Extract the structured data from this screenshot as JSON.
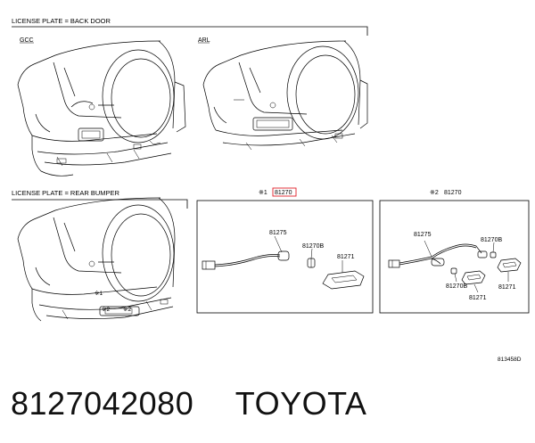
{
  "diagram": {
    "section_top_title": "LICENSE PLATE = BACK DOOR",
    "variant_gcc": "GCC",
    "variant_arl": "ARL",
    "section_bottom_title": "LICENSE PLATE = REAR BUMPER",
    "box1_header_mark": "※1",
    "box1_header_part": "81270",
    "box2_header_mark": "※2",
    "box2_header_part": "81270",
    "box1_parts": {
      "wire": "81275",
      "bulb": "81270B",
      "lamp": "81271"
    },
    "box2_parts": {
      "wire": "81275",
      "bulb_upper": "81270B",
      "bulb_lower": "81270B",
      "lamp_right": "81271",
      "lamp_lower": "81271"
    },
    "callout_mark_1": "※1",
    "callout_mark_2": "※2",
    "callout_mark_3": "※2",
    "drawing_code": "813458D",
    "highlight_color": "#e0202a"
  },
  "caption": {
    "part_number": "8127042080",
    "brand": "TOYOTA"
  }
}
